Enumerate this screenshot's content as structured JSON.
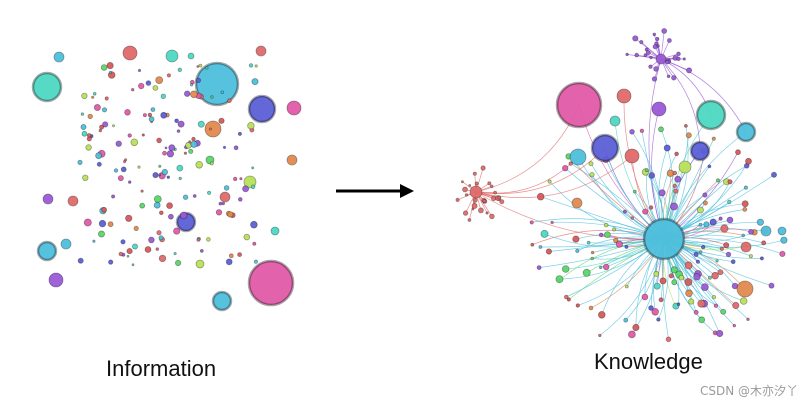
{
  "labels": {
    "left": "Information",
    "right": "Knowledge"
  },
  "watermark": "CSDN @木亦汐丫",
  "arrow_color": "#000000",
  "palette": [
    "#4dbfdc",
    "#e05aa8",
    "#5b5fd6",
    "#4dd8c2",
    "#e06a6a",
    "#e08a4f",
    "#b9e05a",
    "#9a5ad6",
    "#5ad66a",
    "#d65a5a"
  ],
  "information_nodes_note": "scattered unconnected nodes of varied colors and sizes",
  "knowledge_nodes_note": "connected network of nodes with curved edges"
}
